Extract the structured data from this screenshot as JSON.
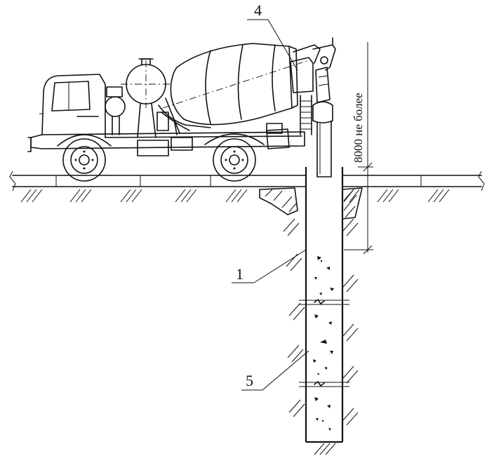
{
  "callouts": {
    "label_1": "1",
    "label_4": "4",
    "label_5": "5"
  },
  "dimension": {
    "text": "8000 не более"
  }
}
